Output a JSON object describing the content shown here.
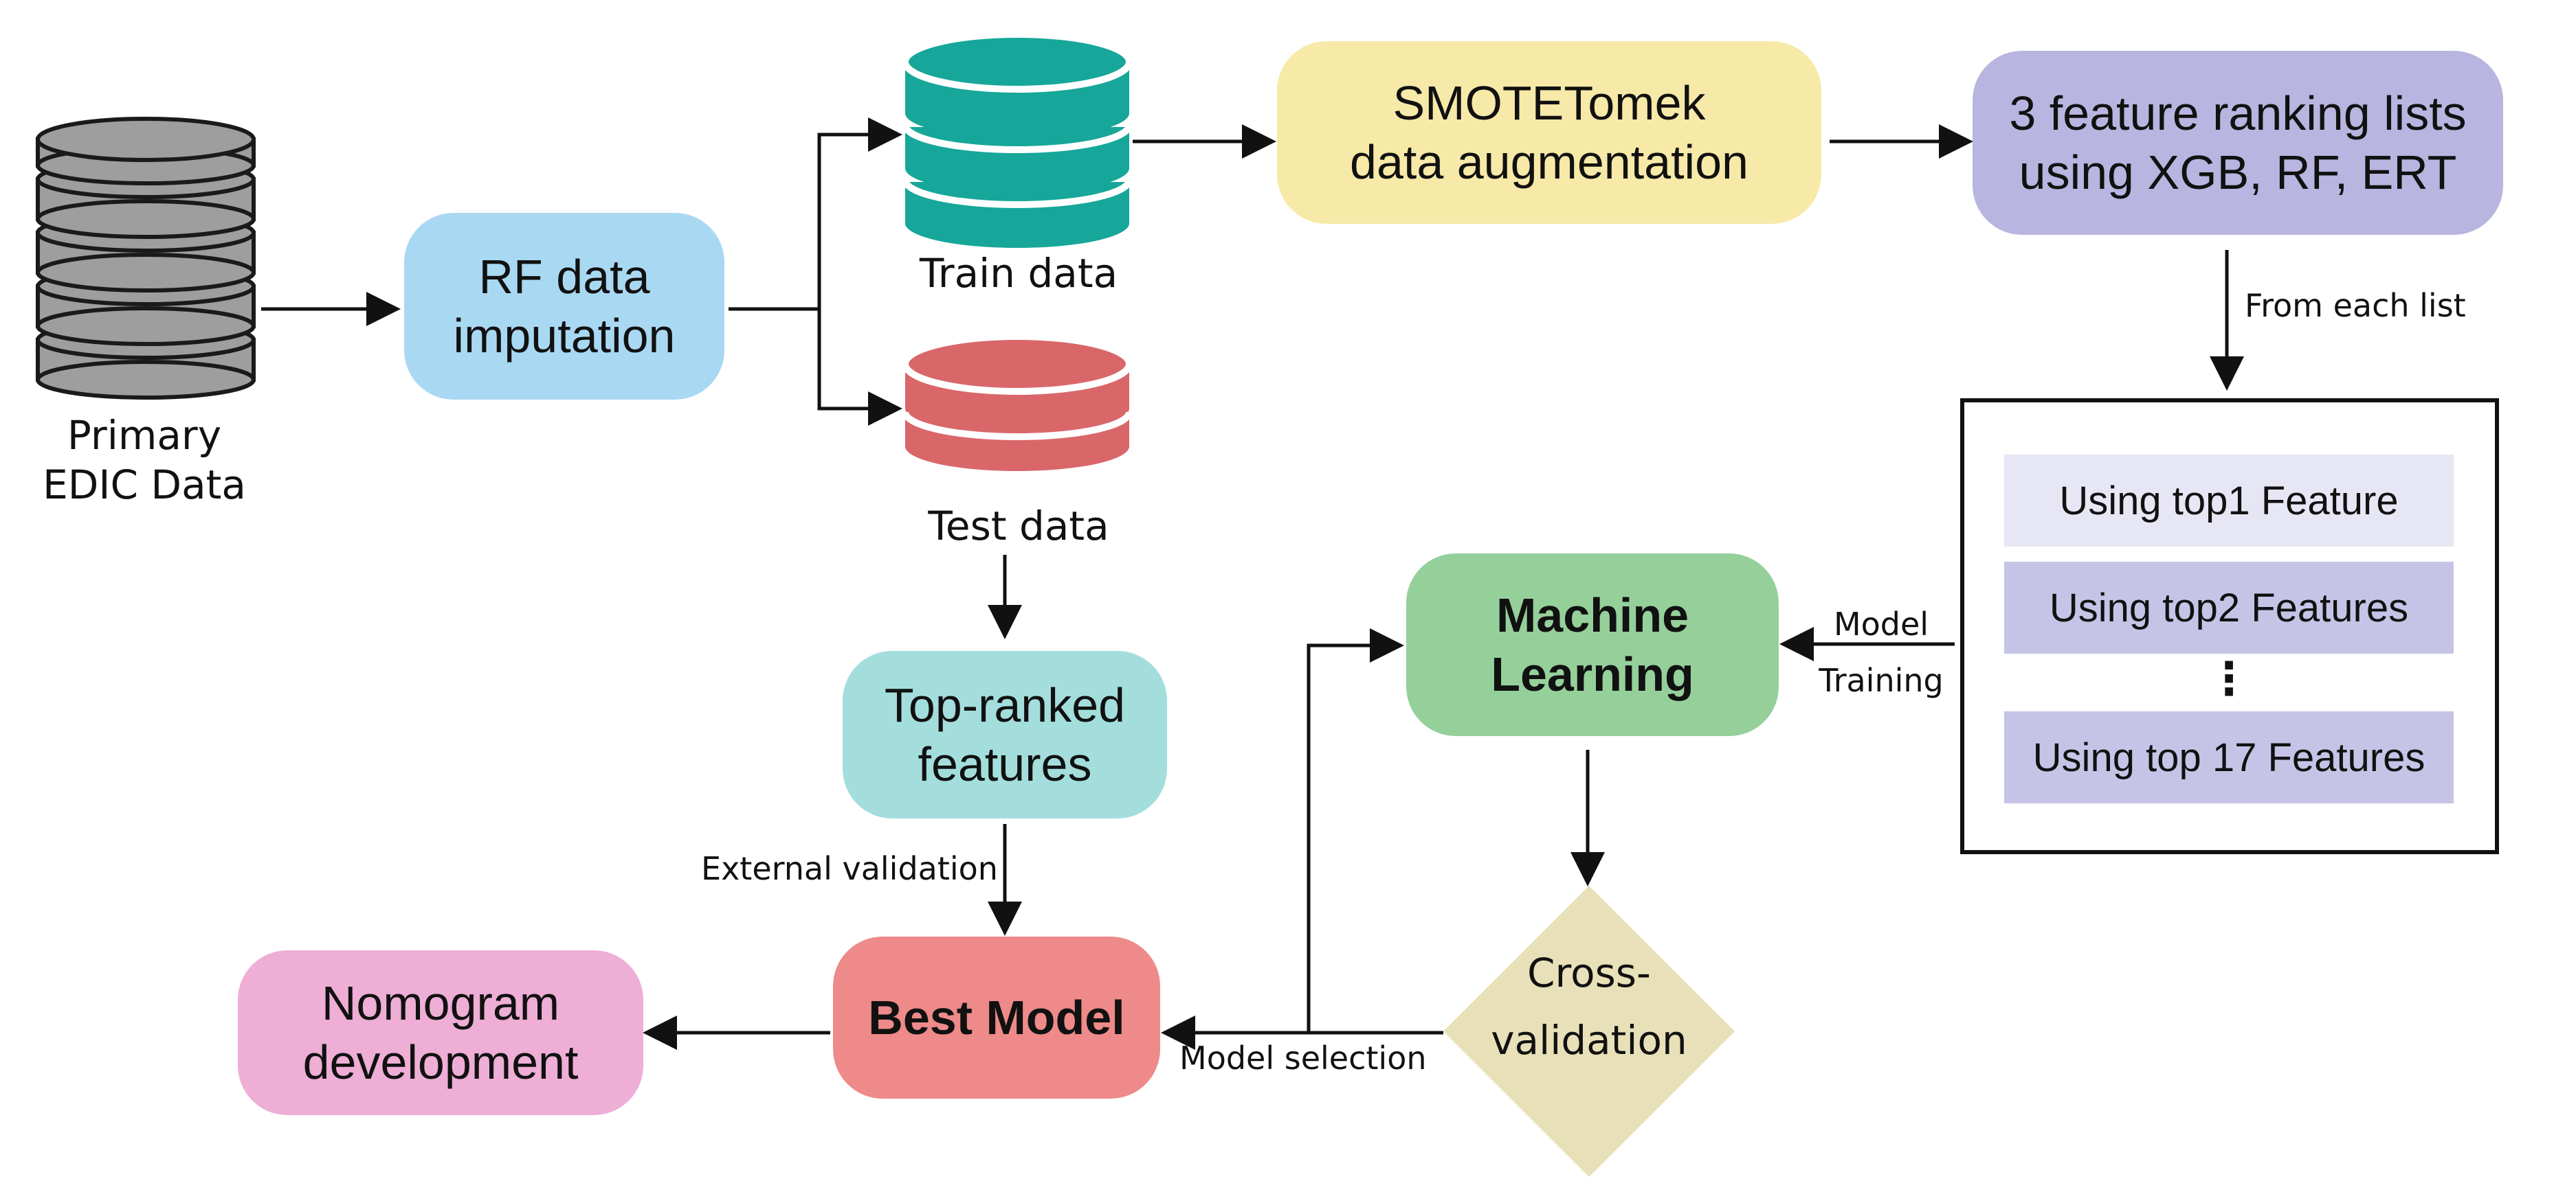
{
  "databases": {
    "primary_label": "Primary\nEDIC Data",
    "train_label": "Train data",
    "test_label": "Test data"
  },
  "nodes": {
    "rf_imputation": "RF data\nimputation",
    "smotetomek": "SMOTETomek\ndata augmentation",
    "feature_ranking": "3 feature ranking lists\nusing XGB, RF, ERT",
    "machine_learning": "Machine\nLearning",
    "top_ranked": "Top-ranked\nfeatures",
    "best_model": "Best Model",
    "nomogram": "Nomogram\ndevelopment",
    "cross_validation": "Cross-\nvalidation"
  },
  "feature_list": {
    "items": [
      "Using top1 Feature",
      "Using top2 Features",
      "Using top 17 Features"
    ],
    "ellipsis": "⋮"
  },
  "edge_labels": {
    "from_each_list": "From each list",
    "model_training": "Model\nTraining",
    "external_validation": "External validation",
    "model_selection": "Model selection"
  },
  "colors": {
    "db_gray": "#9e9e9e",
    "db_teal": "#16a79a",
    "db_red": "#d9676a",
    "rf_imputation": "#a9d8f3",
    "smotetomek": "#f7e9a8",
    "feature_ranking": "#b8b5e0",
    "machine_learning": "#95d09b",
    "top_ranked": "#a3dedd",
    "best_model": "#ee8a89",
    "nomogram": "#eeaed6",
    "cross_validation": "#e8e0b8",
    "list_item_light": "#e6e6f4",
    "list_item": "#c6c4e6"
  }
}
